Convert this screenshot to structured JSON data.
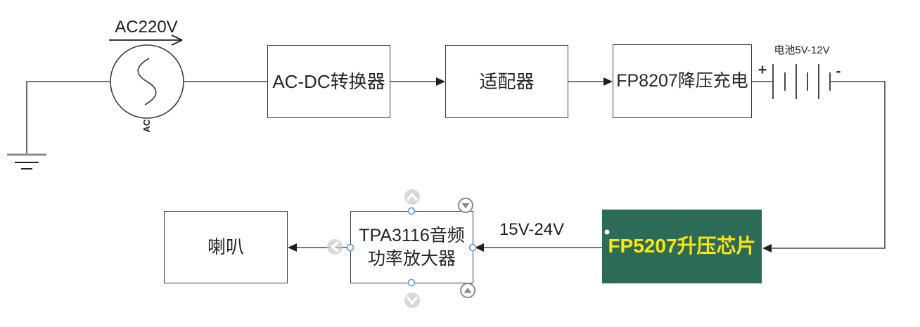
{
  "diagram": {
    "ac_source": {
      "voltage_label": "AC220V",
      "symbol_label": "AC"
    },
    "nodes": {
      "acdc": {
        "label": "AC-DC转换器"
      },
      "adapter": {
        "label": "适配器"
      },
      "charger": {
        "label": "FP8207降压充电"
      },
      "boost": {
        "label": "FP5207升压芯片"
      },
      "amp": {
        "label_line1": "TPA3116音频",
        "label_line2": "功率放大器"
      },
      "speaker": {
        "label": "喇叭"
      }
    },
    "battery": {
      "label": "电池5V-12V",
      "plus": "+",
      "minus": "-"
    },
    "edge_labels": {
      "boost_to_amp": "15V-24V"
    }
  },
  "icons": {
    "selection_handle": "resize-handle-circle",
    "float_up": "chevron-up-icon",
    "float_down": "chevron-down-icon",
    "float_left": "chevron-left-icon",
    "ring_triangle_down": "triangle-down-icon",
    "ring_triangle_up": "triangle-up-icon",
    "ground": "earth-ground-icon",
    "ac_circle": "ac-source-icon",
    "battery_cells": "battery-icon"
  },
  "colors": {
    "boost_fill": "#2d6b59",
    "boost_text": "#ffe60a",
    "wire": "#4a4a4a",
    "border": "#3a3a3a",
    "handle_blue": "#5b9bd5",
    "float_button_gray": "#c9c9c9",
    "ring_gray": "#8a8a8a",
    "background": "#ffffff"
  }
}
